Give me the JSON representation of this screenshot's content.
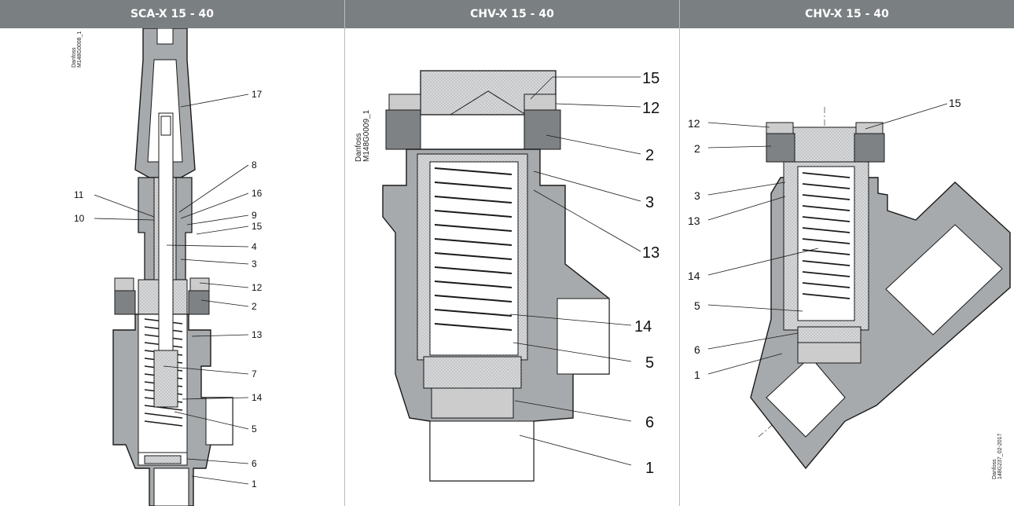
{
  "panels": [
    {
      "title": "SCA-X 15 - 40",
      "drawing_id": "Danfoss\nM148G0008_1",
      "callouts_left": [
        "11",
        "10"
      ],
      "callouts_right": [
        "17",
        "8",
        "16",
        "9",
        "15",
        "4",
        "3",
        "12",
        "2",
        "13",
        "7",
        "14",
        "5",
        "6",
        "1"
      ]
    },
    {
      "title": "CHV-X 15 - 40",
      "drawing_id": "Danfoss\nM148G0009_1",
      "callouts_right": [
        "15",
        "12",
        "2",
        "3",
        "13",
        "14",
        "5",
        "6",
        "1"
      ]
    },
    {
      "title": "CHV-X 15 - 40",
      "drawing_id": "Danfoss\n148G237_02-2017",
      "callouts_left": [
        "12",
        "2",
        "3",
        "13",
        "14",
        "5",
        "6",
        "1"
      ],
      "callouts_right": [
        "15"
      ]
    }
  ],
  "colors": {
    "header_bg": "#7a7f82",
    "body_fill": "#a7aaac",
    "hatch_fill": "#cfd1d2",
    "stroke": "#1a1a1a",
    "separator": "#b8bcbf"
  }
}
